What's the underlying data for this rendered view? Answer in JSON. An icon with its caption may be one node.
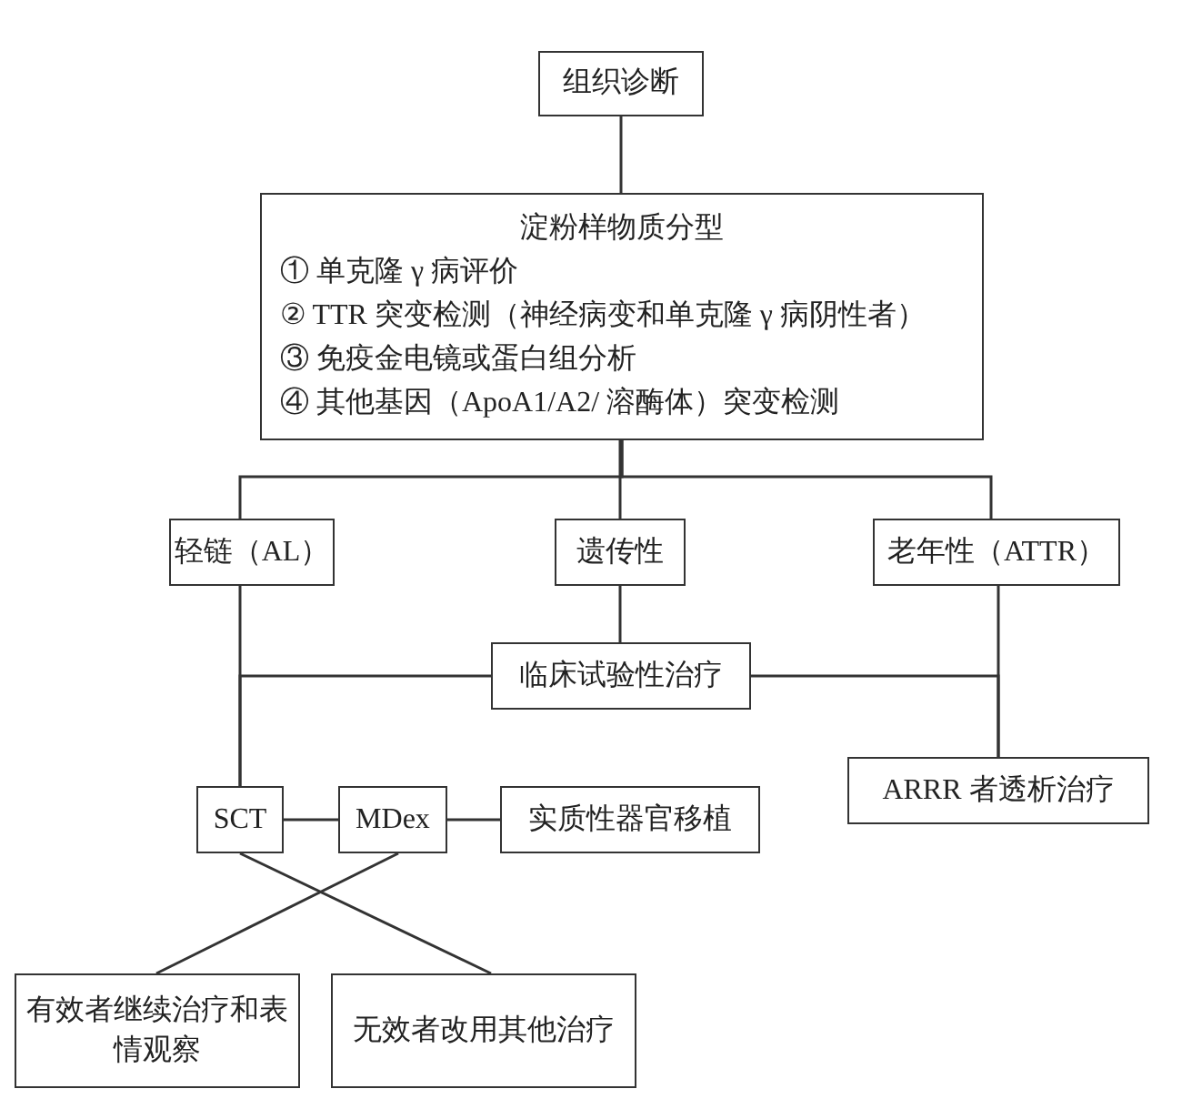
{
  "diagram": {
    "nodes": [
      {
        "text": [
          "组织诊断"
        ]
      },
      {
        "text": [
          "淀粉样物质分型",
          "① 单克隆 γ 病评价",
          "② TTR 突变检测（神经病变和单克隆 γ 病阴性者）",
          "③ 免疫金电镜或蛋白组分析",
          "④ 其他基因（ApoA1/A2/ 溶酶体）突变检测"
        ]
      },
      {
        "text": [
          "轻链（AL）"
        ]
      },
      {
        "text": [
          "遗传性"
        ]
      },
      {
        "text": [
          "老年性（ATTR）"
        ]
      },
      {
        "text": [
          "临床试验性治疗"
        ]
      },
      {
        "text": [
          "ARRR 者透析治疗"
        ]
      },
      {
        "text": [
          "SCT"
        ]
      },
      {
        "text": [
          "MDex"
        ]
      },
      {
        "text": [
          "实质性器官移植"
        ]
      },
      {
        "text": [
          "有效者继续治疗和表情观察"
        ]
      },
      {
        "text": [
          "无效者改用其他治疗"
        ]
      }
    ],
    "edges": [
      {
        "from": 0,
        "to": 1,
        "arrow": "none"
      },
      {
        "from": 1,
        "to": 2,
        "arrow": "none"
      },
      {
        "from": 1,
        "to": 3,
        "arrow": "none"
      },
      {
        "from": 1,
        "to": 4,
        "arrow": "none"
      },
      {
        "from": 3,
        "to": 5,
        "arrow": "none"
      },
      {
        "from": 2,
        "to": 7,
        "arrow": "none"
      },
      {
        "from": 5,
        "to": 7,
        "arrow": "none"
      },
      {
        "from": 4,
        "to": 6,
        "arrow": "none"
      },
      {
        "from": 5,
        "to": 6,
        "arrow": "none"
      },
      {
        "from": 7,
        "to": 8,
        "arrow": "none"
      },
      {
        "from": 8,
        "to": 9,
        "arrow": "none"
      },
      {
        "from": 7,
        "to": 11,
        "arrow": "none"
      },
      {
        "from": 8,
        "to": 10,
        "arrow": "none"
      }
    ]
  }
}
